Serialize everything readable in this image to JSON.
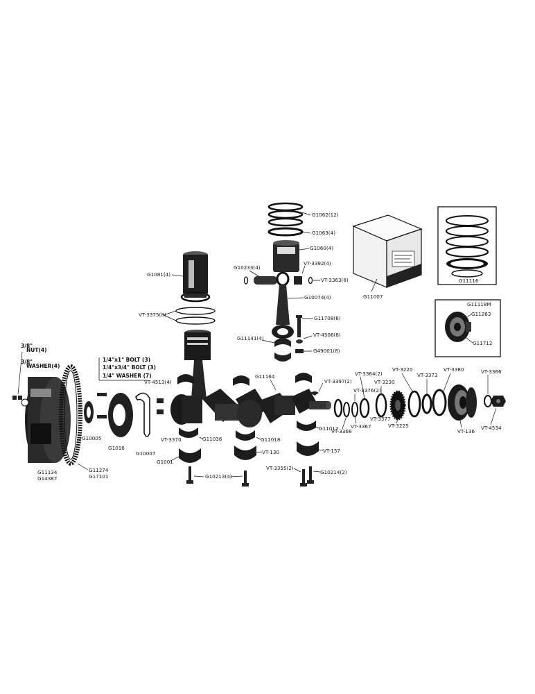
{
  "labels": {
    "rings_top": "G1062(12)",
    "ring_oil": "G1063(4)",
    "piston_set": "G1060(4)",
    "pin": "G10233(4)",
    "pin_bushing": "VT-3392(4)",
    "pin_retainer": "VT-3363(8)",
    "liner": "G1081(4)",
    "liner_seals": "VT-3375(8)",
    "rod": "G10074(4)",
    "rod_bolt": "G11708(8)",
    "rod_bearing": "G11141(4)",
    "rod_washer": "VT-4506(8)",
    "rod_nut": "G49001(8)",
    "ring_set_box": "G11007",
    "ring_set_photo": "G11116",
    "rings_photo_label": "G11116",
    "damper_box_label": "G11118M",
    "damper_hub": "G11263",
    "damper_ring": "G11712",
    "crankshaft": "G11164",
    "key": "VT-3397(2)",
    "nut_size": "3/8\"",
    "nut": "NUT(4)",
    "washer_size": "3/8\"",
    "washer": "WASHER(4)",
    "bolt1": "1/4\"x1\" BOLT (3)",
    "bolt2": "1/4\"x3/4\" BOLT (3)",
    "washer7": "1/4\" WASHER (7)",
    "rear_key": "VT-4513(4)",
    "rear_seal": "G10005",
    "rear_retainer": "G1016",
    "rear_gasket": "G10007",
    "dowel": "VT-3370",
    "main_upper": "G11036",
    "main_lower1": "G1001",
    "main_center": "G11018",
    "main_thrust": "VT-130",
    "main_front": "VT-157",
    "front_bearing": "G11012",
    "cap_bolts": "G10213(4)",
    "cap_bolt_rear": "VT-3355(2)",
    "cap_bolt_front": "G10214(2)",
    "flywheel_a": "G11134",
    "flywheel_b": "G14387",
    "ringgear_a": "G11274",
    "ringgear_b": "G17101",
    "vt3364": "VT-3364(2)",
    "vt3376": "VT-3376(2)",
    "vt3368": "VT-3368",
    "vt3367": "VT-3367",
    "vt3230": "VT-3230",
    "vt3377": "VT-3377",
    "vt3220": "VT-3220",
    "vt3225": "VT-3225",
    "vt3373": "VT-3373",
    "vt3380": "VT-3380",
    "vt136": "VT-136",
    "vt3366": "VT-3366",
    "vt4534": "VT-4534"
  }
}
